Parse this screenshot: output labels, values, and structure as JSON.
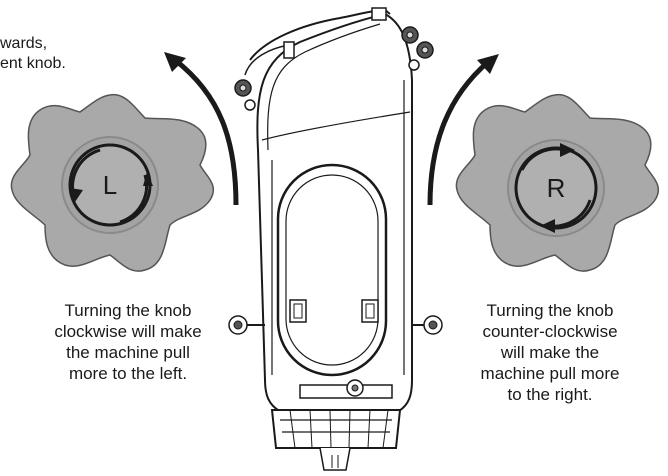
{
  "top_note": {
    "line1": "wards,",
    "line2": "ent knob."
  },
  "left_knob": {
    "label": "L",
    "caption_lines": [
      "Turning the knob",
      "clockwise will make",
      "the machine pull",
      "more to the left."
    ]
  },
  "right_knob": {
    "label": "R",
    "caption_lines": [
      "Turning the knob",
      "counter-clockwise",
      "will make the",
      "machine pull more",
      "to the right."
    ]
  },
  "colors": {
    "knob_fill": "#a9a9a9",
    "line": "#1a1a1a",
    "machine_fill": "#ffffff"
  }
}
